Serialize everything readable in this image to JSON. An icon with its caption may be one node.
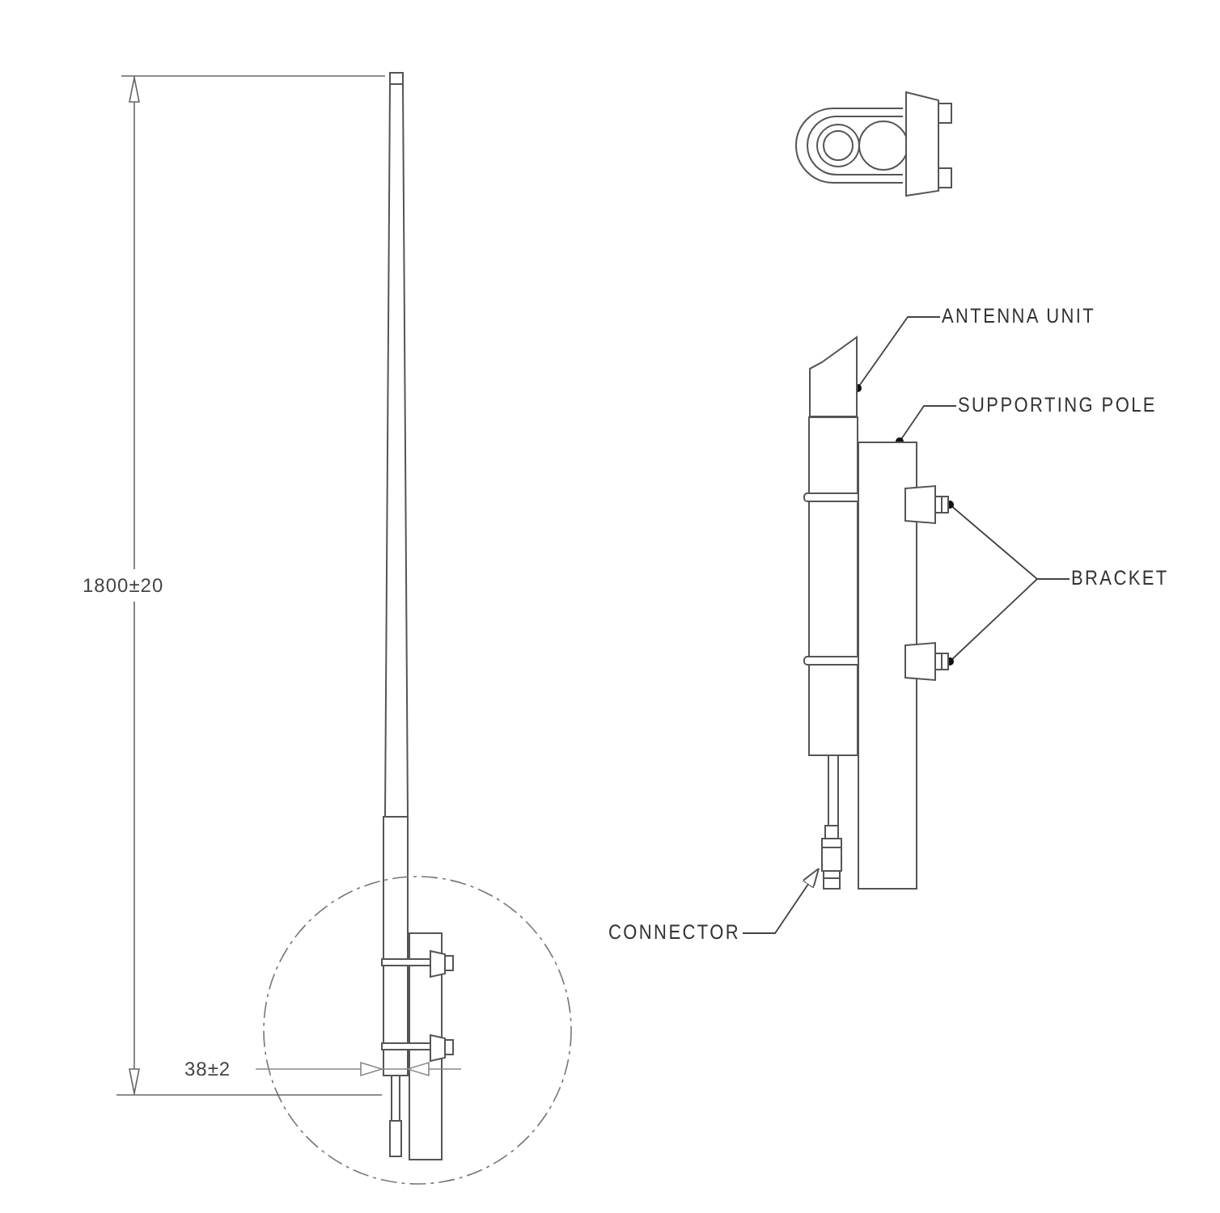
{
  "diagram": {
    "nodes": [
      {
        "text": [
          "ANTENNA UNIT"
        ]
      },
      {
        "text": [
          "SUPPORTING POLE"
        ]
      },
      {
        "text": [
          "BRACKET"
        ]
      },
      {
        "text": [
          "CONNECTOR"
        ]
      },
      {
        "text": [],
        "shape": "box"
      },
      {
        "text": [],
        "shape": "bar"
      },
      {
        "text": [],
        "shape": "box"
      },
      {
        "text": [],
        "shape": "box"
      },
      {
        "text": [],
        "shape": "box"
      }
    ],
    "edges": [
      {
        "from": 0,
        "to": 4,
        "arrow": "other"
      },
      {
        "from": 1,
        "to": 5,
        "arrow": "other"
      },
      {
        "from": 2,
        "to": 6,
        "arrow": "other"
      },
      {
        "from": 2,
        "to": 7,
        "arrow": "other"
      },
      {
        "from": 3,
        "to": 8,
        "arrow": "to"
      }
    ],
    "labels": [
      "1800±20",
      "38±2"
    ]
  }
}
